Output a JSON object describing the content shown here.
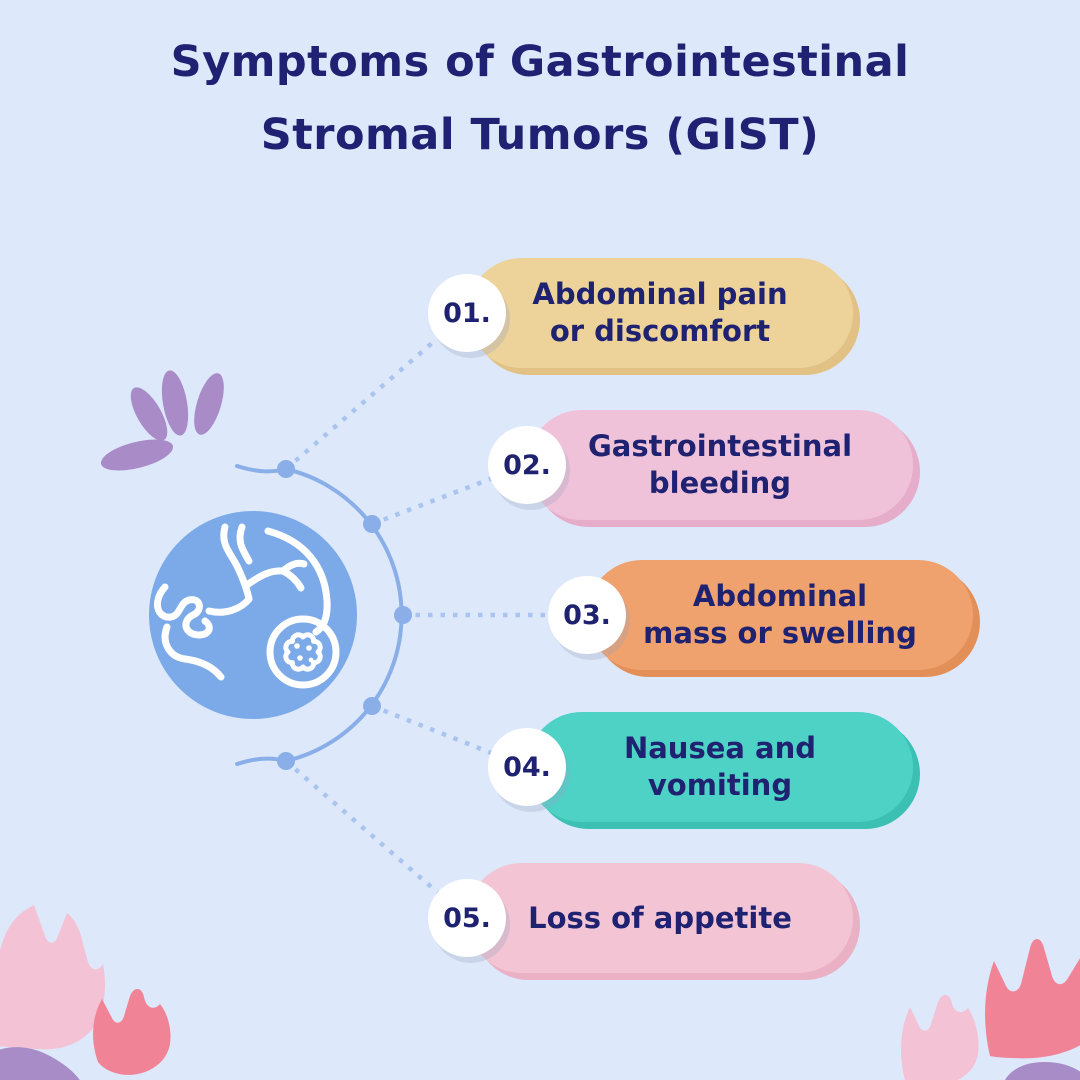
{
  "title": {
    "line1": "Symptoms of Gastrointestinal",
    "line2": "Stromal Tumors (GIST)"
  },
  "symptoms": [
    {
      "number": "01.",
      "line1": "Abdominal pain",
      "line2": "or discomfort",
      "color": "#edd29a",
      "shadow": "#e2c184"
    },
    {
      "number": "02.",
      "line1": "Gastrointestinal",
      "line2": "bleeding",
      "color": "#f0c2da",
      "shadow": "#e5adc9"
    },
    {
      "number": "03.",
      "line1": "Abdominal",
      "line2": "mass or swelling",
      "color": "#f0a26e",
      "shadow": "#e38f58"
    },
    {
      "number": "04.",
      "line1": "Nausea and",
      "line2": "vomiting",
      "color": "#4ed2c6",
      "shadow": "#3cc0b4"
    },
    {
      "number": "05.",
      "line1": "Loss of appetite",
      "line2": "",
      "color": "#f3c4d3",
      "shadow": "#eab0c4"
    }
  ],
  "colors": {
    "background": "#dde8fa",
    "title_text": "#1f2173",
    "item_text": "#1e2270",
    "number_circle": "#ffffff",
    "center_circle": "#7caae9",
    "stomach_line": "#ffffff",
    "arc": "#8aafe8",
    "dotted_line": "#a9c4ee",
    "leaf_purple": "#a98bc7",
    "flower_pink_light": "#f4c2d5",
    "flower_coral": "#f08496",
    "mound_purple": "#a78cc8"
  },
  "icons": {
    "center": "stomach-with-tumor-magnifier-icon",
    "decorations": [
      "leaf-fan-icon",
      "tulip-flower-icon"
    ]
  }
}
